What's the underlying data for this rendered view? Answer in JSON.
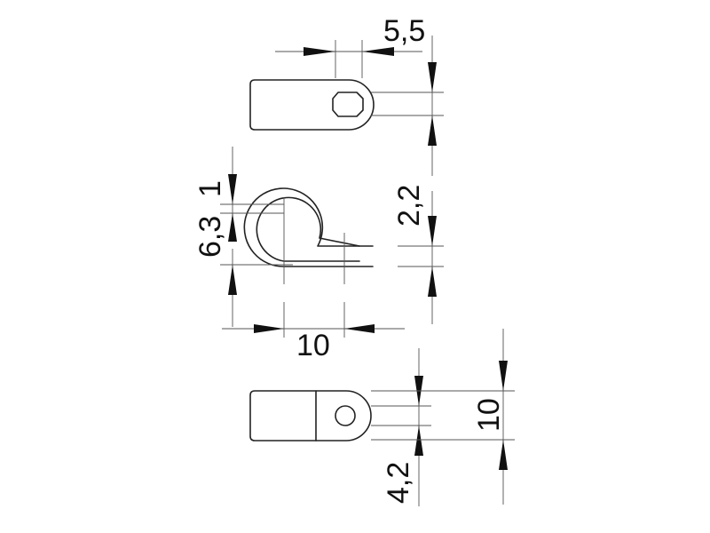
{
  "dimensions": {
    "top_width": "5,5",
    "side_thickness": "1",
    "side_inner_diameter": "6,3",
    "top_height": "2,2",
    "side_length": "10",
    "bottom_width": "10",
    "bottom_hole": "4,2"
  },
  "colors": {
    "line": "#222222",
    "dimension_line": "#555555",
    "background": "#ffffff"
  }
}
